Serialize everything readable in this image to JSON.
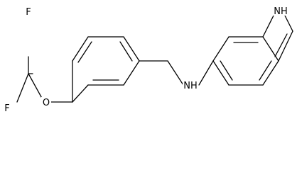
{
  "molecule": {
    "atoms": {
      "f_top": "F",
      "f_bottom": "F",
      "o_ether": "O",
      "nh_amine": "NH",
      "nh_indole": "NH"
    }
  }
}
